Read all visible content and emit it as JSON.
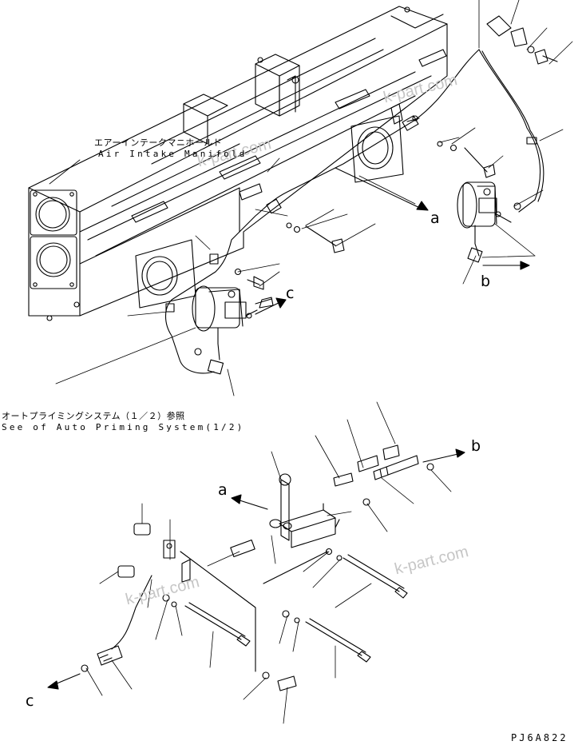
{
  "labels": {
    "air_intake_jp": "エアーインテークマニホールド",
    "air_intake_en": "Air Intake Manifold",
    "auto_priming_jp": "オートプライミングシステム（１／２）参照",
    "auto_priming_en": "See of Auto Priming System(1/2)",
    "drawing_code": "PJ6A822"
  },
  "callouts": {
    "a_top": "a",
    "b_top": "b",
    "c_top": "c",
    "a_bottom": "a",
    "b_bottom": "b",
    "c_bottom": "c"
  },
  "watermarks": [
    "k-part.com",
    "k-part.com",
    "k-part.com",
    "k-part.com"
  ]
}
